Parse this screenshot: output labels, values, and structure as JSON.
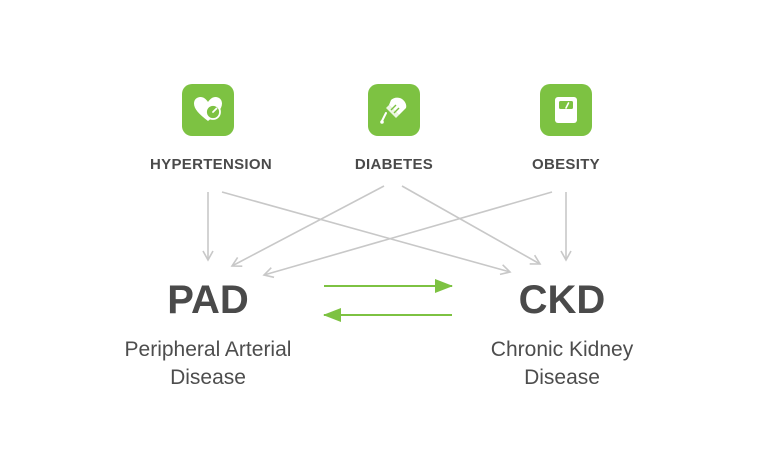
{
  "colors": {
    "accent": "#7dc242",
    "arrow_gray": "#c8c8c8",
    "text": "#4a4a4a",
    "background": "#ffffff"
  },
  "risk_factors": [
    {
      "label": "HYPERTENSION",
      "icon": "heart-gauge-icon"
    },
    {
      "label": "DIABETES",
      "icon": "glucose-test-icon"
    },
    {
      "label": "OBESITY",
      "icon": "weight-scale-icon"
    }
  ],
  "diseases": {
    "pad": {
      "abbr": "PAD",
      "line1": "Peripheral Arterial",
      "line2": "Disease"
    },
    "ckd": {
      "abbr": "CKD",
      "line1": "Chronic Kidney",
      "line2": "Disease"
    }
  }
}
